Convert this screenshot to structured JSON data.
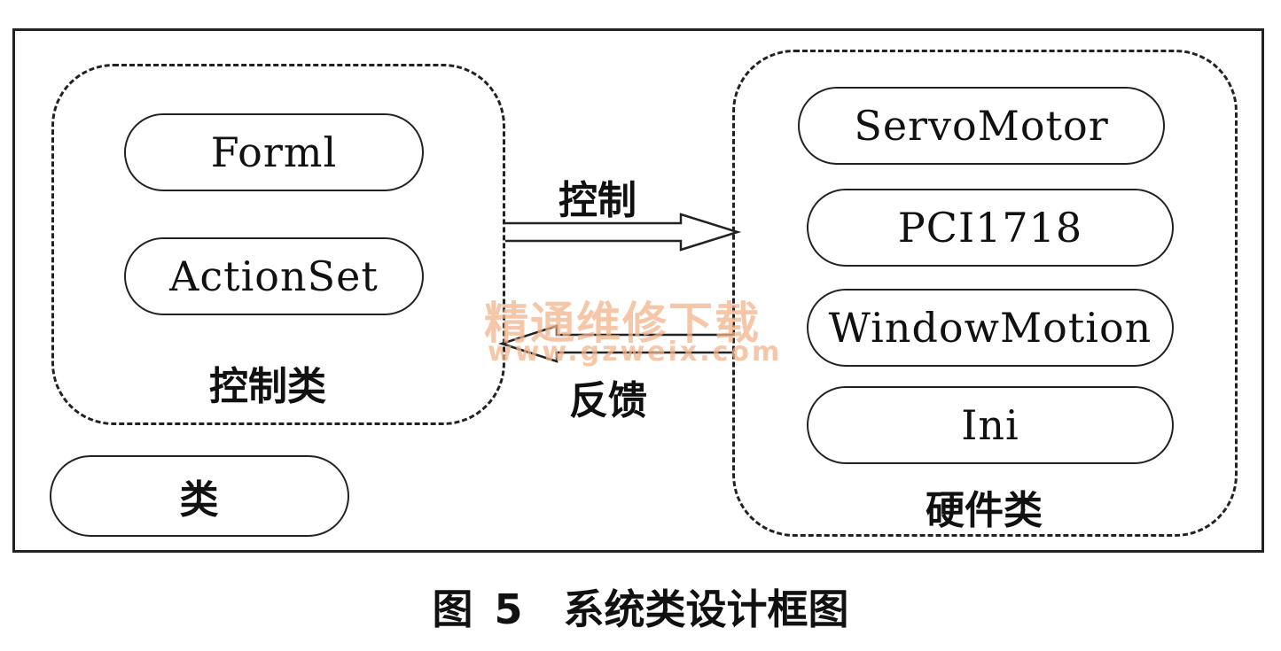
{
  "control_group": {
    "label": "控制类",
    "classes": [
      "Forml",
      "ActionSet"
    ]
  },
  "hardware_group": {
    "label": "硬件类",
    "classes": [
      "ServoMotor",
      "PCI1718",
      "WindowMotion",
      "Ini"
    ]
  },
  "arrows": {
    "control_label": "控制",
    "feedback_label": "反馈"
  },
  "legend": {
    "label": "类"
  },
  "watermark": {
    "cn": "精通维修下载",
    "url": "www.gzweix.com"
  },
  "caption": "图 5　系统类设计框图"
}
